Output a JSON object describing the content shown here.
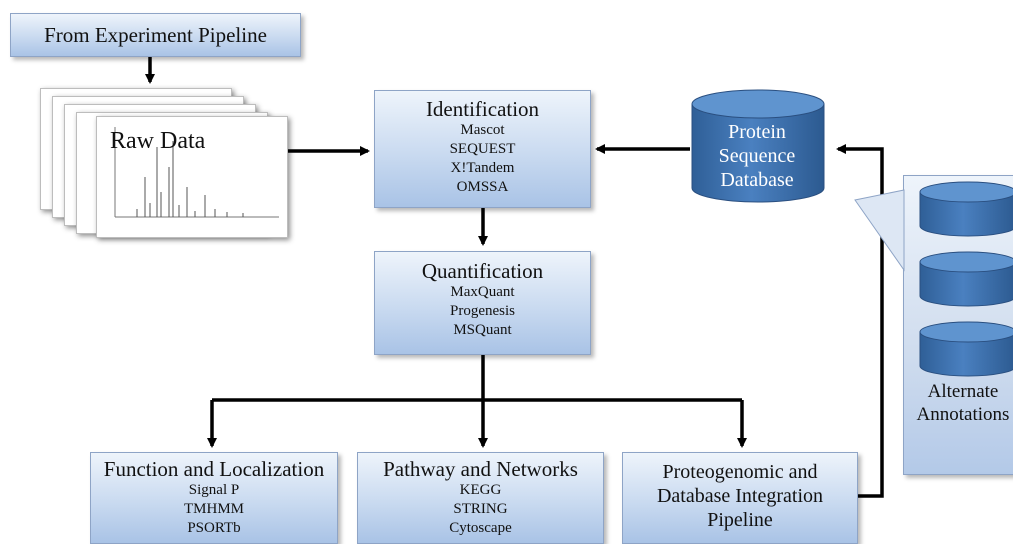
{
  "source": {
    "title": "From Experiment Pipeline"
  },
  "raw_data": {
    "label": "Raw Data"
  },
  "identification": {
    "title": "Identification",
    "tools": [
      "Mascot",
      "SEQUEST",
      "X!Tandem",
      "OMSSA"
    ]
  },
  "quantification": {
    "title": "Quantification",
    "tools": [
      "MaxQuant",
      "Progenesis",
      "MSQuant"
    ]
  },
  "database": {
    "lines": [
      "Protein",
      "Sequence",
      "Database"
    ]
  },
  "alternate": {
    "lines": [
      "Alternate",
      "Annotations"
    ]
  },
  "function": {
    "title": "Function and Localization",
    "tools": [
      "Signal P",
      "TMHMM",
      "PSORTb"
    ]
  },
  "pathway": {
    "title": "Pathway and Networks",
    "tools": [
      "KEGG",
      "STRING",
      "Cytoscape"
    ]
  },
  "proteogenomic": {
    "lines": [
      "Proteogenomic and",
      "Database Integration",
      "Pipeline"
    ]
  },
  "colors": {
    "box_light": "#eef4fb",
    "box_dark": "#a9c3e6",
    "cylinder": "#3c6ea5",
    "cylinder_top": "#5b8fc8"
  }
}
